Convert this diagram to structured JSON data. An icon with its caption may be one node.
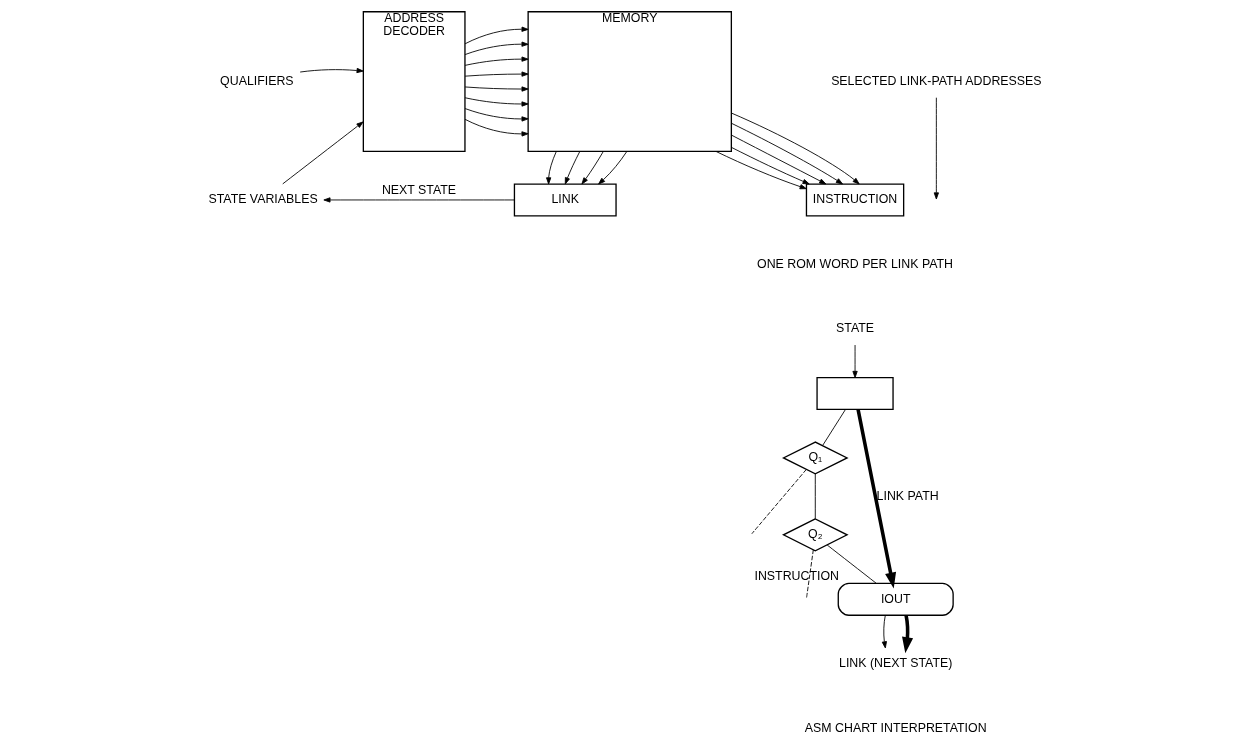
{
  "diagram": {
    "nodes": [
      {
        "text": [
          "QUALIFIERS"
        ]
      },
      {
        "text": [
          "STATE VARIABLES"
        ]
      },
      {
        "text": [
          "ADDRESS",
          "DECODER"
        ]
      },
      {
        "text": [
          "MEMORY"
        ]
      },
      {
        "text": [
          "LINK"
        ]
      },
      {
        "text": [
          "INSTRUCTION"
        ]
      },
      {
        "text": [
          "SELECTED LINK-PATH ADDRESSES"
        ]
      },
      {
        "text": [
          "STATE"
        ]
      },
      {
        "text": [],
        "shape": "box"
      },
      {
        "text": [
          "Q₁"
        ]
      },
      {
        "text": [
          "Q₂"
        ]
      },
      {
        "text": [
          "IOUT"
        ],
        "beside": [
          "INSTRUCTION"
        ]
      },
      {
        "text": [
          "LINK (NEXT STATE)"
        ]
      }
    ],
    "edges": [
      {
        "from": 0,
        "to": 2,
        "arrow": "to"
      },
      {
        "from": 1,
        "to": 2,
        "arrow": "to"
      },
      {
        "from": 2,
        "to": 3,
        "arrow": "to"
      },
      {
        "from": 2,
        "to": 3,
        "arrow": "to"
      },
      {
        "from": 2,
        "to": 3,
        "arrow": "to"
      },
      {
        "from": 2,
        "to": 3,
        "arrow": "to"
      },
      {
        "from": 2,
        "to": 3,
        "arrow": "to"
      },
      {
        "from": 2,
        "to": 3,
        "arrow": "to"
      },
      {
        "from": 2,
        "to": 3,
        "arrow": "to"
      },
      {
        "from": 2,
        "to": 3,
        "arrow": "to"
      },
      {
        "from": 6,
        "to": null,
        "arrow": "to"
      },
      {
        "from": 3,
        "to": 4,
        "arrow": "to"
      },
      {
        "from": 3,
        "to": 4,
        "arrow": "to"
      },
      {
        "from": 3,
        "to": 4,
        "arrow": "to"
      },
      {
        "from": 3,
        "to": 4,
        "arrow": "to"
      },
      {
        "from": 3,
        "to": 5,
        "arrow": "to"
      },
      {
        "from": 3,
        "to": 5,
        "arrow": "to"
      },
      {
        "from": 3,
        "to": 5,
        "arrow": "to"
      },
      {
        "from": 3,
        "to": 5,
        "arrow": "to"
      },
      {
        "from": 3,
        "to": 5,
        "arrow": "to"
      },
      {
        "from": 4,
        "to": 1,
        "arrow": "to",
        "label": "NEXT STATE"
      },
      {
        "from": 7,
        "to": 8,
        "arrow": "to"
      },
      {
        "from": 8,
        "to": 9,
        "arrow": "none"
      },
      {
        "from": 9,
        "to": null,
        "arrow": "none",
        "style": "dashed"
      },
      {
        "from": 9,
        "to": 10,
        "arrow": "none"
      },
      {
        "from": 10,
        "to": null,
        "arrow": "none",
        "style": "dashed"
      },
      {
        "from": 10,
        "to": 11,
        "arrow": "none"
      },
      {
        "from": 8,
        "to": 11,
        "arrow": "to",
        "label": "LINK PATH",
        "style": "thick"
      },
      {
        "from": 11,
        "to": 12,
        "arrow": "to"
      },
      {
        "from": 11,
        "to": 12,
        "arrow": "to",
        "style": "thick"
      }
    ],
    "labels": [
      "ONE ROM WORD PER LINK PATH",
      "ASM CHART INTERPRETATION"
    ]
  }
}
